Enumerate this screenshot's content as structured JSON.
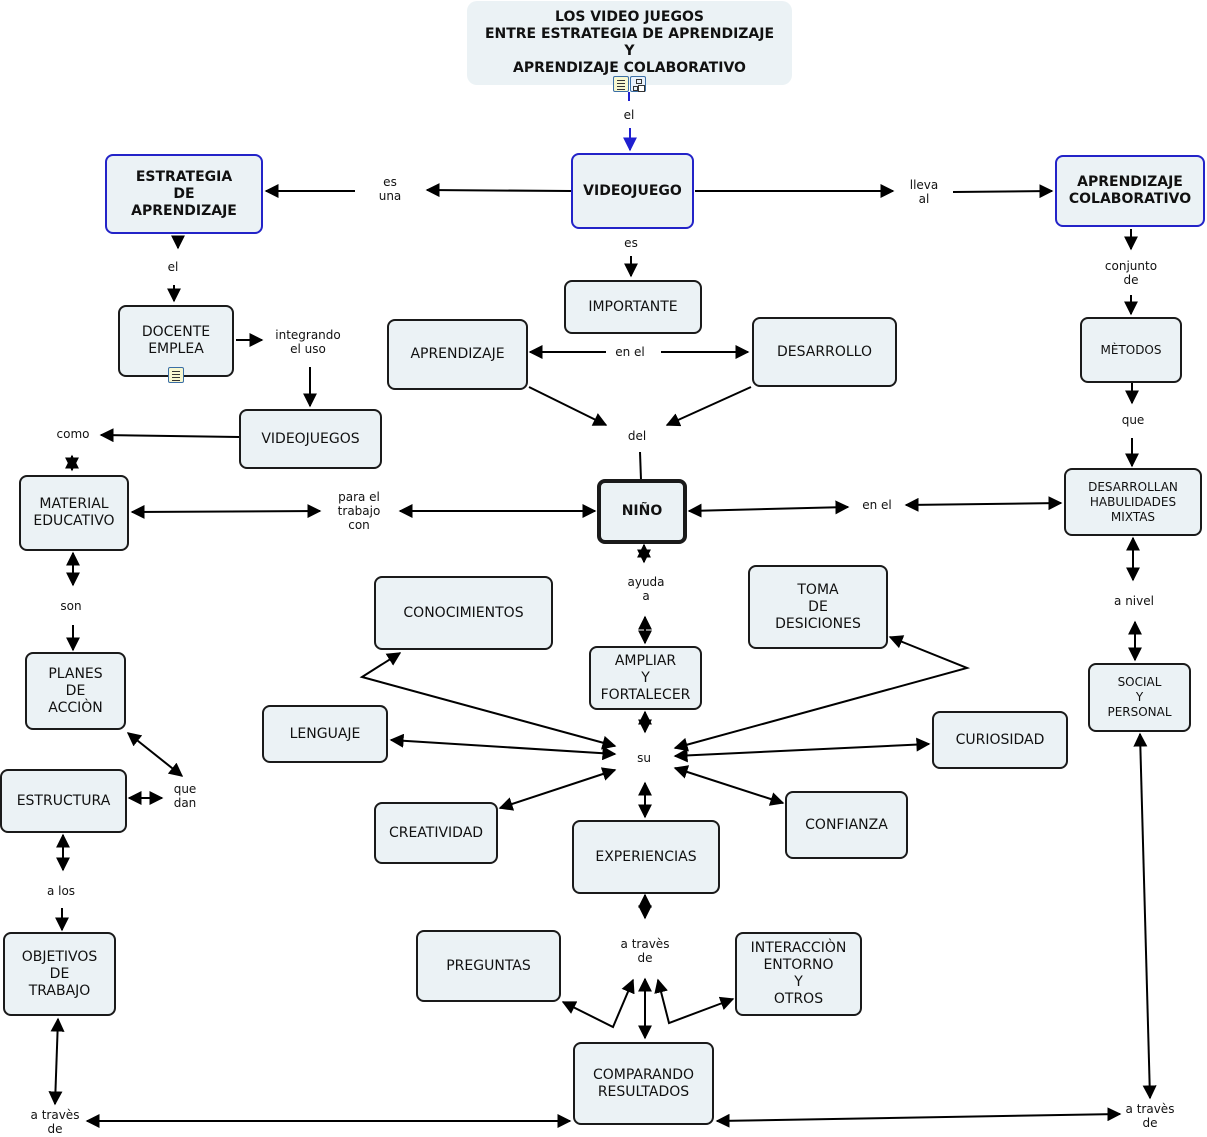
{
  "title": "LOS VIDEO JUEGOS\nENTRE ESTRATEGIA DE APRENDIZAJE\nY\nAPRENDIZAJE COLABORATIVO",
  "title_icons": [
    "document-icon",
    "concept-map-icon"
  ],
  "nodes": {
    "videojuego": "VIDEOJUEGO",
    "estrategia": "ESTRATEGIA\nDE\nAPRENDIZAJE",
    "colaborativo": "APRENDIZAJE\nCOLABORATIVO",
    "importante": "IMPORTANTE",
    "aprendizaje": "APRENDIZAJE",
    "desarrollo": "DESARROLLO",
    "docente": "DOCENTE\nEMPLEA",
    "videojuegos": "VIDEOJUEGOS",
    "material": "MATERIAL\nEDUCATIVO",
    "nino": "NIÑO",
    "metodos": "MÈTODOS",
    "habilidades": "DESARROLLAN\nHABULIDADES\nMIXTAS",
    "social": "SOCIAL\nY\nPERSONAL",
    "planes": "PLANES\nDE\nACCIÒN",
    "estructura": "ESTRUCTURA",
    "objetivos": "OBJETIVOS\nDE\nTRABAJO",
    "conocimientos": "CONOCIMIENTOS",
    "ampliar": "AMPLIAR\nY\nFORTALECER",
    "toma": "TOMA\nDE\nDESICIONES",
    "lenguaje": "LENGUAJE",
    "curiosidad": "CURIOSIDAD",
    "creatividad": "CREATIVIDAD",
    "confianza": "CONFIANZA",
    "experiencias": "EXPERIENCIAS",
    "preguntas": "PREGUNTAS",
    "interaccion": "INTERACCIÒN\nENTORNO\nY\nOTROS",
    "comparando": "COMPARANDO\nRESULTADOS"
  },
  "links": {
    "el_top": "el",
    "es_una": "es\nuna",
    "lleva_al": "lleva\nal",
    "es": "es",
    "el_left": "el",
    "conjunto_de": "conjunto\nde",
    "en_el_top": "en el",
    "integrando": "integrando\nel uso",
    "del": "del",
    "como": "como",
    "que_right": "que",
    "para_el": "para el\ntrabajo\ncon",
    "en_el_mid": "en el",
    "son": "son",
    "ayuda_a": "ayuda\na",
    "a_nivel": "a nivel",
    "su": "su",
    "que_dan": "que\ndan",
    "a_los": "a los",
    "a_traves_mid": "a travès\nde",
    "a_traves_left": "a travès\nde",
    "a_traves_right": "a travès\nde"
  },
  "colors": {
    "node_fill": "#ebf2f5",
    "node_border": "#1a1a1a",
    "focus_border": "#2323c8",
    "edge": "#000000",
    "title_edge": "#1f1fd0"
  }
}
